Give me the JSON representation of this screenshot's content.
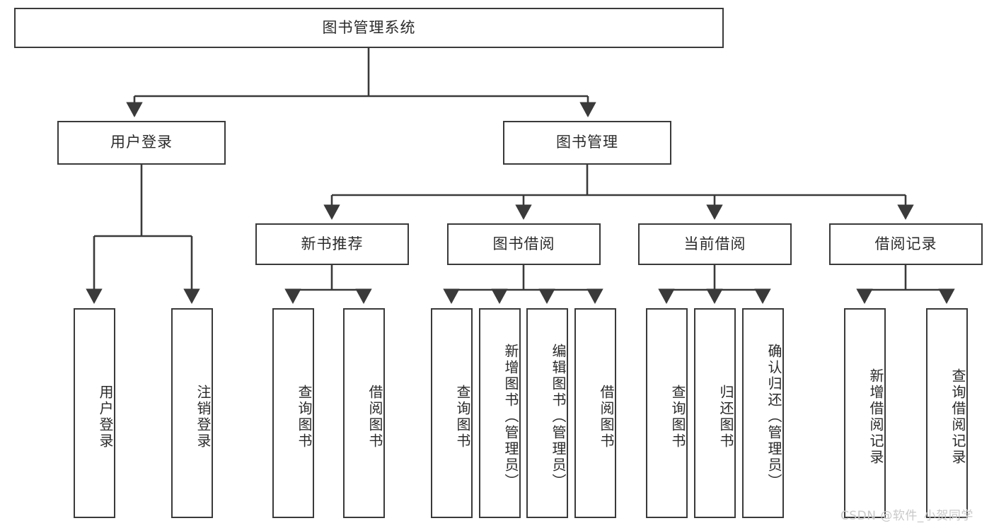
{
  "diagram": {
    "title": "图书管理系统",
    "type": "tree-hierarchy-chart",
    "watermark": "CSDN @软件_小贺同学",
    "colors": {
      "box_border": "#3a3a3a",
      "box_fill": "#ffffff",
      "line": "#3a3a3a",
      "text": "#2b2b2b",
      "watermark": "#c9c9c9",
      "background": "#ffffff"
    },
    "nodes": {
      "root": {
        "label": "图书管理系统"
      },
      "level2": [
        {
          "id": "user-login",
          "label": "用户登录"
        },
        {
          "id": "book-manage",
          "label": "图书管理"
        }
      ],
      "level3": [
        {
          "id": "new-book-recommend",
          "label": "新书推荐"
        },
        {
          "id": "book-borrow",
          "label": "图书借阅"
        },
        {
          "id": "current-borrow",
          "label": "当前借阅"
        },
        {
          "id": "borrow-record",
          "label": "借阅记录"
        }
      ],
      "leaves": {
        "user-login": [
          {
            "id": "leaf-user-login",
            "label": "用户登录"
          },
          {
            "id": "leaf-logout",
            "label": "注销登录"
          }
        ],
        "new-book-recommend": [
          {
            "id": "leaf-query-book-1",
            "label": "查询图书"
          },
          {
            "id": "leaf-borrow-book-1",
            "label": "借阅图书"
          }
        ],
        "book-borrow": [
          {
            "id": "leaf-query-book-2",
            "label": "查询图书"
          },
          {
            "id": "leaf-add-book",
            "label": "新增图书（管理员）"
          },
          {
            "id": "leaf-edit-book",
            "label": "编辑图书（管理员）"
          },
          {
            "id": "leaf-borrow-book-2",
            "label": "借阅图书"
          }
        ],
        "current-borrow": [
          {
            "id": "leaf-query-book-3",
            "label": "查询图书"
          },
          {
            "id": "leaf-return-book",
            "label": "归还图书"
          },
          {
            "id": "leaf-confirm-return",
            "label": "确认归还（管理员）"
          }
        ],
        "borrow-record": [
          {
            "id": "leaf-add-record",
            "label": "新增借阅记录"
          },
          {
            "id": "leaf-query-record",
            "label": "查询借阅记录"
          }
        ]
      }
    }
  }
}
